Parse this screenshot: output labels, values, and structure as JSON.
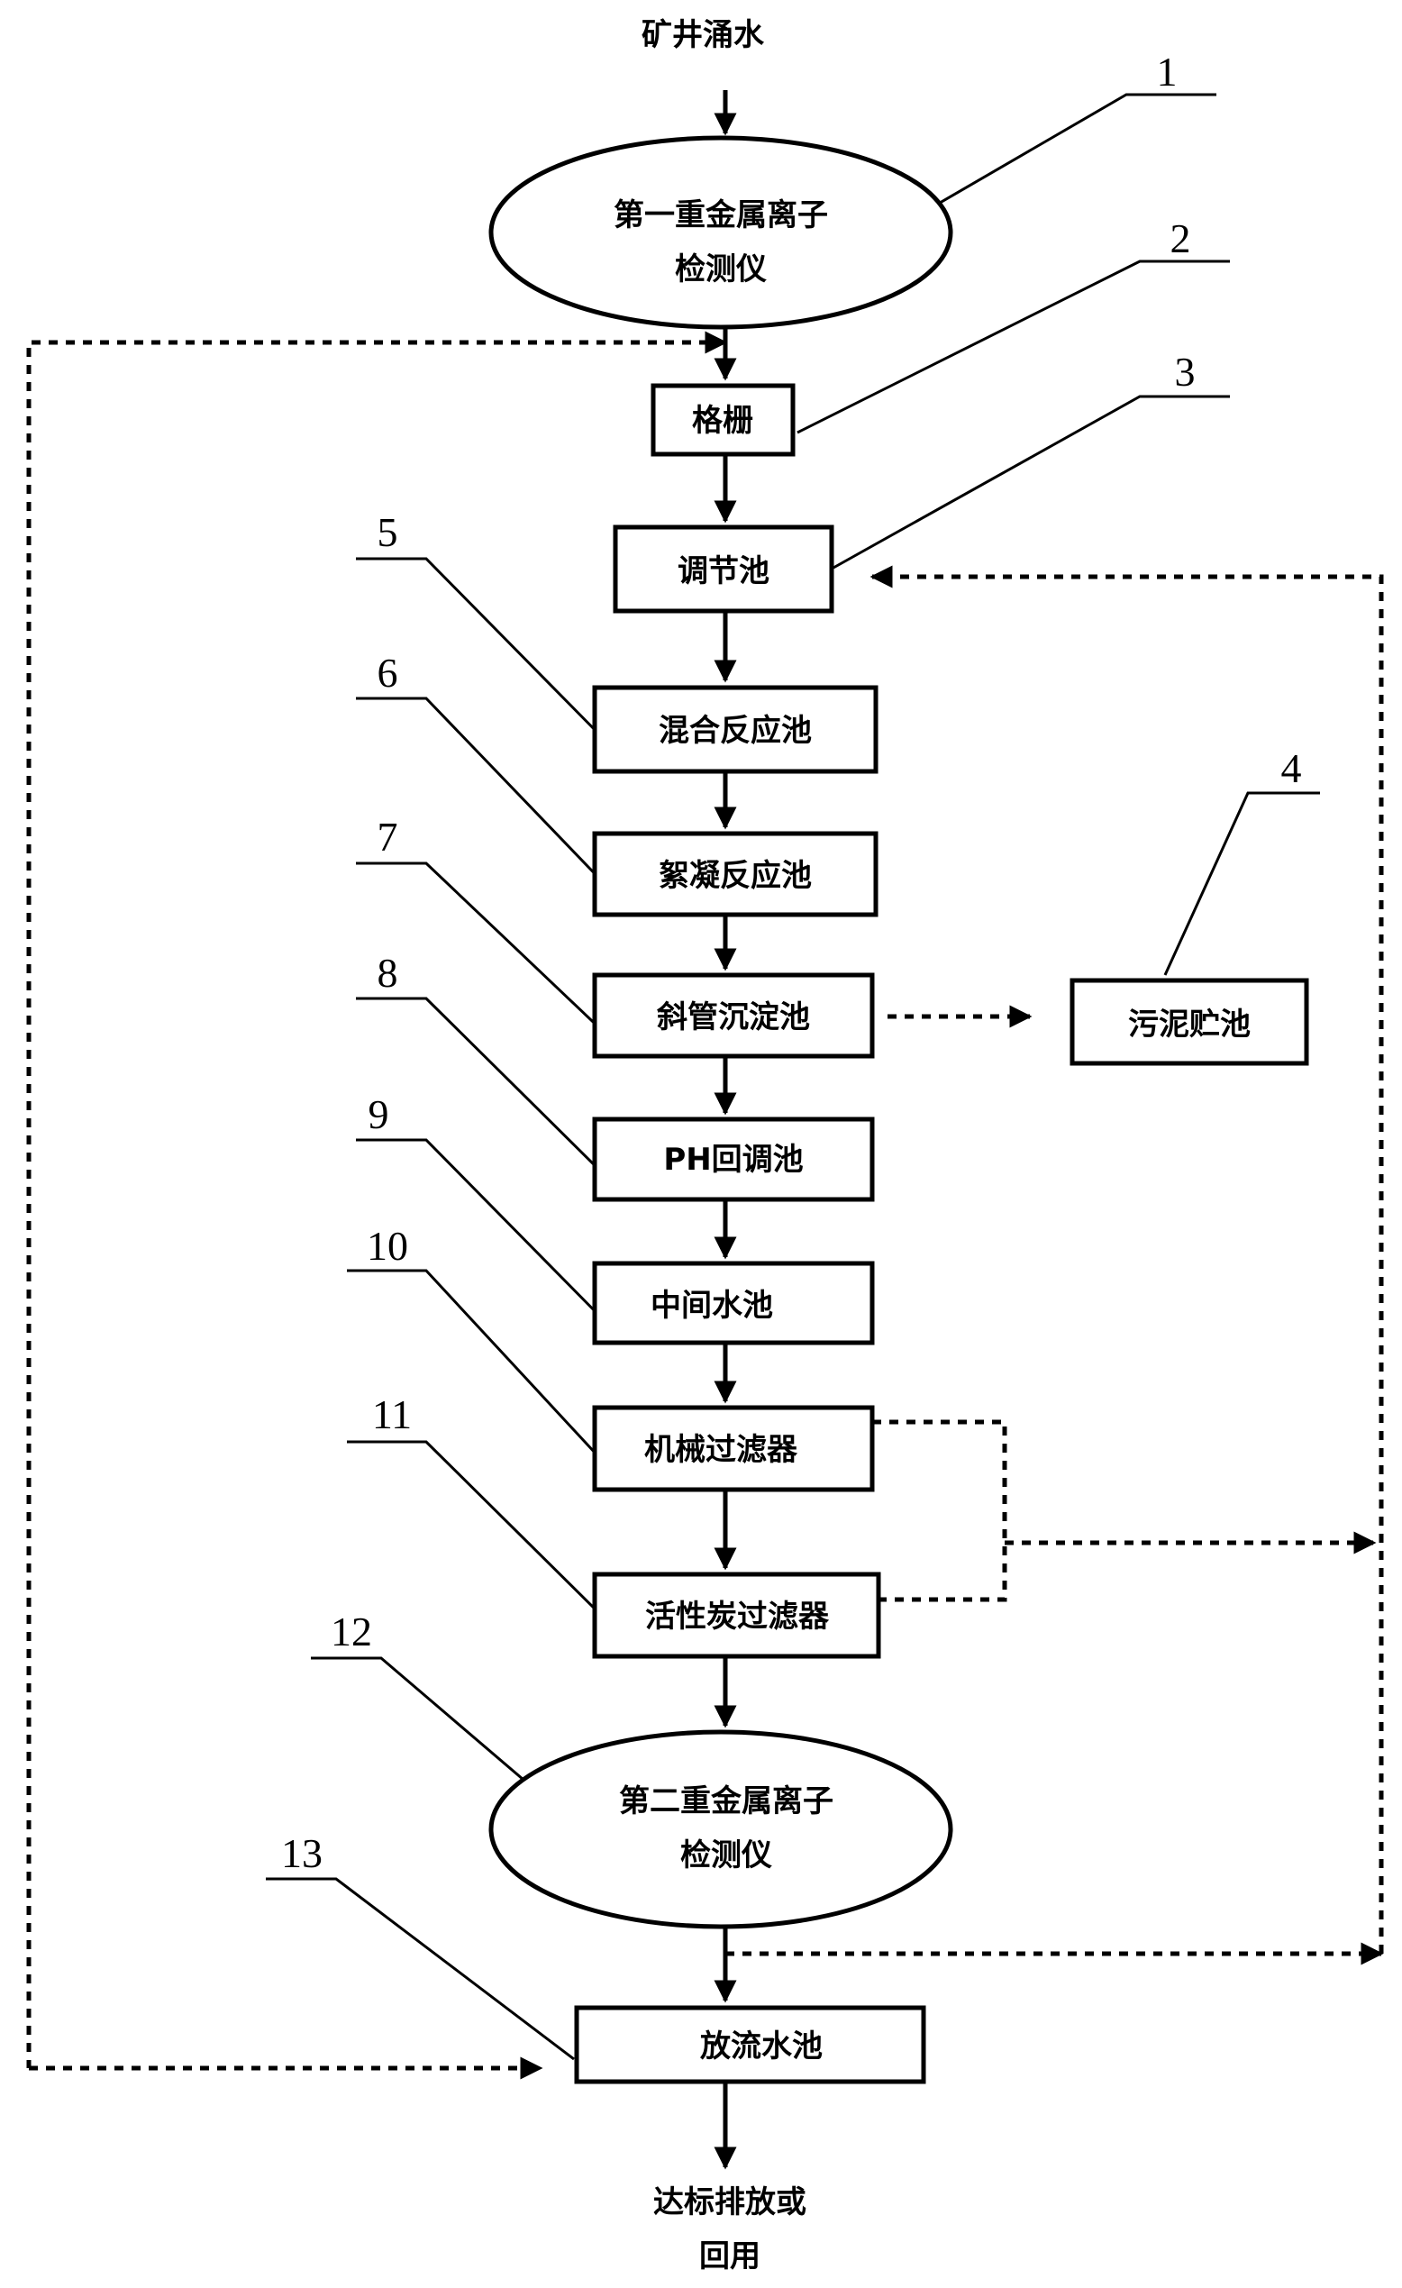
{
  "labels": {
    "input": "矿井涌水",
    "output_line1": "达标排放或",
    "output_line2": "回用"
  },
  "nodes": {
    "n1": {
      "number": "1",
      "line1": "第一重金属离子",
      "line2": "检测仪"
    },
    "n2": {
      "number": "2",
      "label": "格栅"
    },
    "n3": {
      "number": "3",
      "label": "调节池"
    },
    "n4": {
      "number": "4",
      "label": "污泥贮池"
    },
    "n5": {
      "number": "5",
      "label": "混合反应池"
    },
    "n6": {
      "number": "6",
      "label": "絮凝反应池"
    },
    "n7": {
      "number": "7",
      "label": "斜管沉淀池"
    },
    "n8": {
      "number": "8",
      "label": "PH回调池"
    },
    "n9": {
      "number": "9",
      "label": "中间水池"
    },
    "n10": {
      "number": "10",
      "label": "机械过滤器"
    },
    "n11": {
      "number": "11",
      "label": "活性炭过滤器"
    },
    "n12": {
      "number": "12",
      "line1": "第二重金属离子",
      "line2": "检测仪"
    },
    "n13": {
      "number": "13",
      "label": "放流水池"
    }
  }
}
